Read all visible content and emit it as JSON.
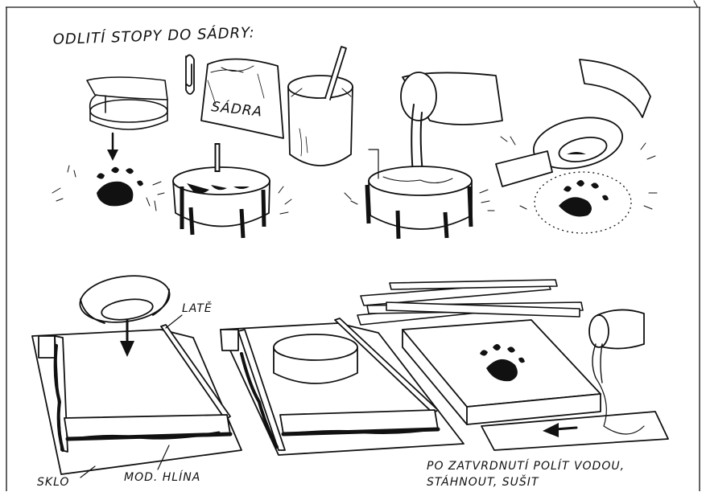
{
  "title": "ODLITÍ STOPY DO SÁDRY:",
  "labels": {
    "bag": "SÁDRA",
    "slats": "LATĚ",
    "glass": "SKLO",
    "clay": "MOD. HLÍNA",
    "caption_line1": "PO ZATVRDNUTÍ POLÍT VODOU,",
    "caption_line2": "STÁHNOUT, SUŠIT"
  }
}
